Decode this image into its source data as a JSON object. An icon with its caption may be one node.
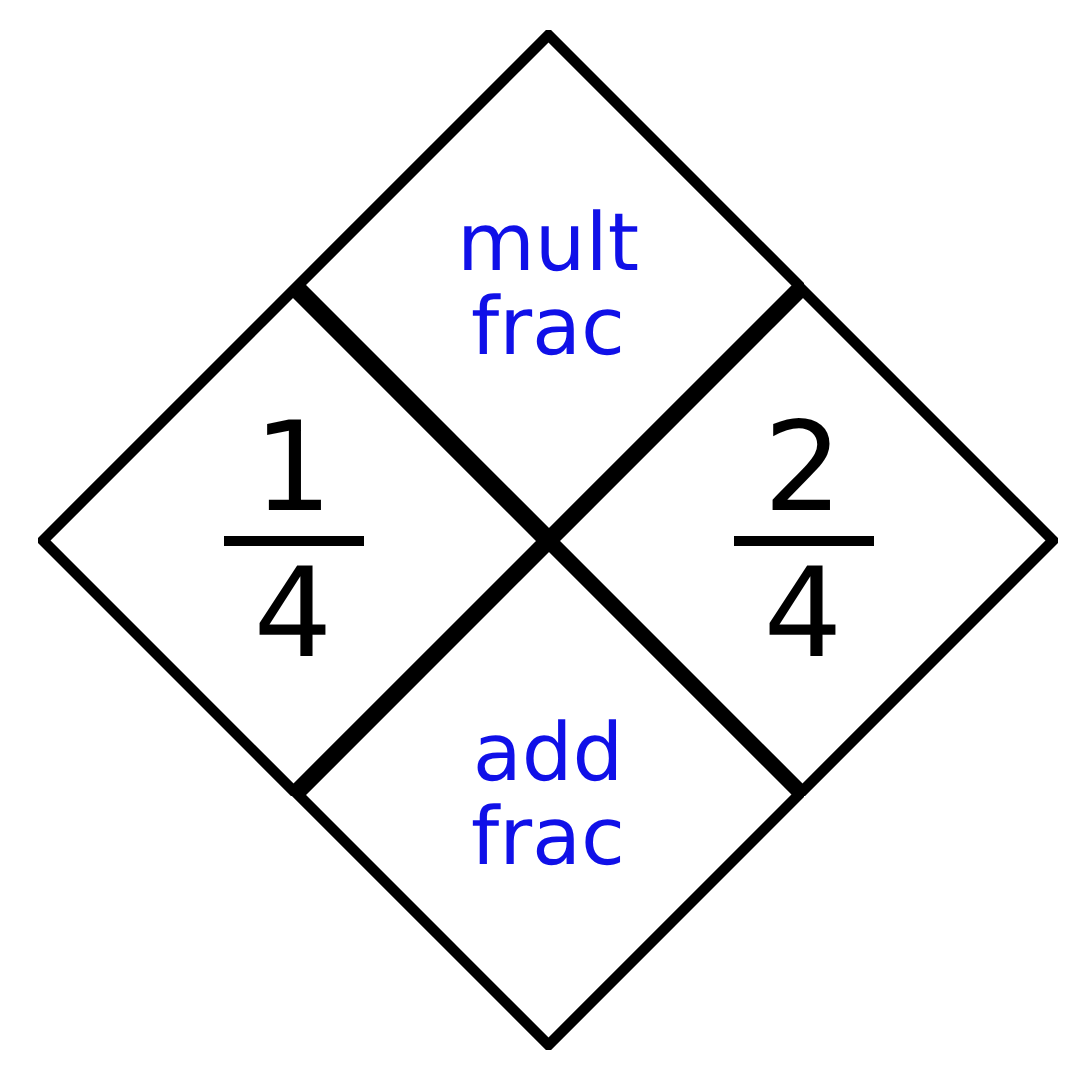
{
  "diagram": {
    "nodes": [
      {
        "text": [],
        "shape": "diamond"
      },
      {
        "text": [
          "mult frac"
        ],
        "in": 0
      },
      {
        "text": [
          "1",
          "4"
        ],
        "in": 0
      },
      {
        "text": [
          "2",
          "4"
        ],
        "in": 0
      },
      {
        "text": [
          "add frac"
        ],
        "in": 0
      }
    ]
  }
}
